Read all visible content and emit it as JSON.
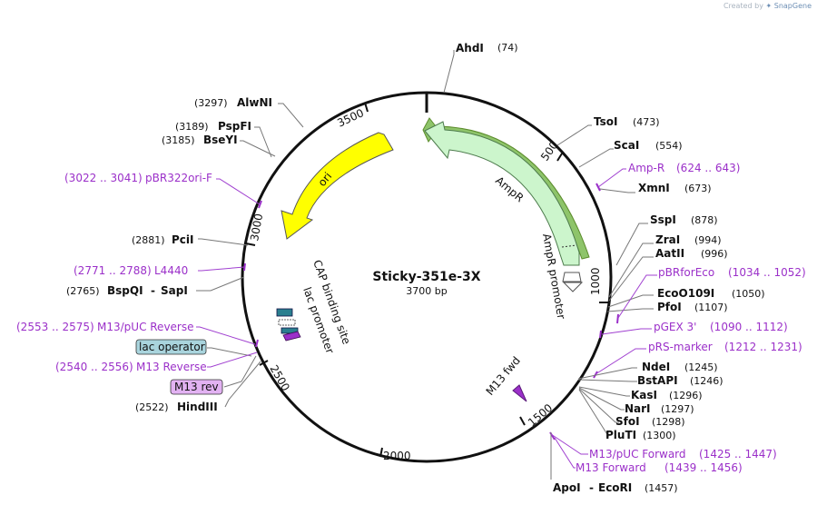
{
  "credit": {
    "prefix": "Created by",
    "brand": "SnapGene"
  },
  "plasmid": {
    "name": "Sticky-351e-3X",
    "size": "3700 bp"
  },
  "ticks": [
    "500",
    "1000",
    "1500",
    "2000",
    "2500",
    "3000",
    "3500"
  ],
  "features": {
    "ampr": "AmpR",
    "ampr_promoter": "AmpR promoter",
    "ori": "ori",
    "m13fwd": "M13 fwd",
    "cap": "CAP binding site",
    "lac_promoter": "lac promoter"
  },
  "right_labels": [
    {
      "name": "AhdI",
      "pos": "(74)",
      "kind": "enzyme"
    },
    {
      "name": "TsoI",
      "pos": "(473)",
      "kind": "enzyme"
    },
    {
      "name": "ScaI",
      "pos": "(554)",
      "kind": "enzyme"
    },
    {
      "name": "Amp-R",
      "pos": "(624 .. 643)",
      "kind": "primer"
    },
    {
      "name": "XmnI",
      "pos": "(673)",
      "kind": "enzyme"
    },
    {
      "name": "SspI",
      "pos": "(878)",
      "kind": "enzyme"
    },
    {
      "name": "ZraI",
      "pos": "(994)",
      "kind": "enzyme"
    },
    {
      "name": "AatII",
      "pos": "(996)",
      "kind": "enzyme"
    },
    {
      "name": "pBRforEco",
      "pos": "(1034 .. 1052)",
      "kind": "primer"
    },
    {
      "name": "EcoO109I",
      "pos": "(1050)",
      "kind": "enzyme"
    },
    {
      "name": "PfoI",
      "pos": "(1107)",
      "kind": "enzyme"
    },
    {
      "name": "pGEX 3'",
      "pos": "(1090 .. 1112)",
      "kind": "primer"
    },
    {
      "name": "pRS-marker",
      "pos": "(1212 .. 1231)",
      "kind": "primer"
    },
    {
      "name": "NdeI",
      "pos": "(1245)",
      "kind": "enzyme"
    },
    {
      "name": "BstAPI",
      "pos": "(1246)",
      "kind": "enzyme"
    },
    {
      "name": "KasI",
      "pos": "(1296)",
      "kind": "enzyme"
    },
    {
      "name": "NarI",
      "pos": "(1297)",
      "kind": "enzyme"
    },
    {
      "name": "SfoI",
      "pos": "(1298)",
      "kind": "enzyme"
    },
    {
      "name": "PluTI",
      "pos": "(1300)",
      "kind": "enzyme"
    },
    {
      "name": "M13/pUC Forward",
      "pos": "(1425 .. 1447)",
      "kind": "primer"
    },
    {
      "name": "M13 Forward",
      "pos": "(1439 .. 1456)",
      "kind": "primer"
    }
  ],
  "bottom_label": {
    "name1": "ApoI",
    "sep": "-",
    "name2": "EcoRI",
    "pos": "(1457)"
  },
  "left_labels": [
    {
      "name": "AlwNI",
      "pos": "(3297)",
      "kind": "enzyme"
    },
    {
      "name": "PspFI",
      "pos": "(3189)",
      "kind": "enzyme"
    },
    {
      "name": "BseYI",
      "pos": "(3185)",
      "kind": "enzyme"
    },
    {
      "name": "pBR322ori-F",
      "pos": "(3022 .. 3041)",
      "kind": "primer"
    },
    {
      "name": "PciI",
      "pos": "(2881)",
      "kind": "enzyme"
    },
    {
      "name": "L4440",
      "pos": "(2771 .. 2788)",
      "kind": "primer"
    },
    {
      "name": "BspQI",
      "pos": "(2765)",
      "kind": "enzyme",
      "extra": "SapI",
      "sep": "-"
    },
    {
      "name": "M13/pUC Reverse",
      "pos": "(2553 .. 2575)",
      "kind": "primer"
    },
    {
      "name": "lac operator",
      "kind": "boxed-blue"
    },
    {
      "name": "M13 Reverse",
      "pos": "(2540 .. 2556)",
      "kind": "primer"
    },
    {
      "name": "M13 rev",
      "kind": "boxed-purple"
    },
    {
      "name": "HindIII",
      "pos": "(2522)",
      "kind": "enzyme"
    }
  ],
  "colors": {
    "ampr": "#ccf5cc",
    "ori": "#ffff00",
    "primer": "#9b30c9",
    "lac_operator": "#a9d4dd",
    "m13rev": "#e2b2f2"
  }
}
